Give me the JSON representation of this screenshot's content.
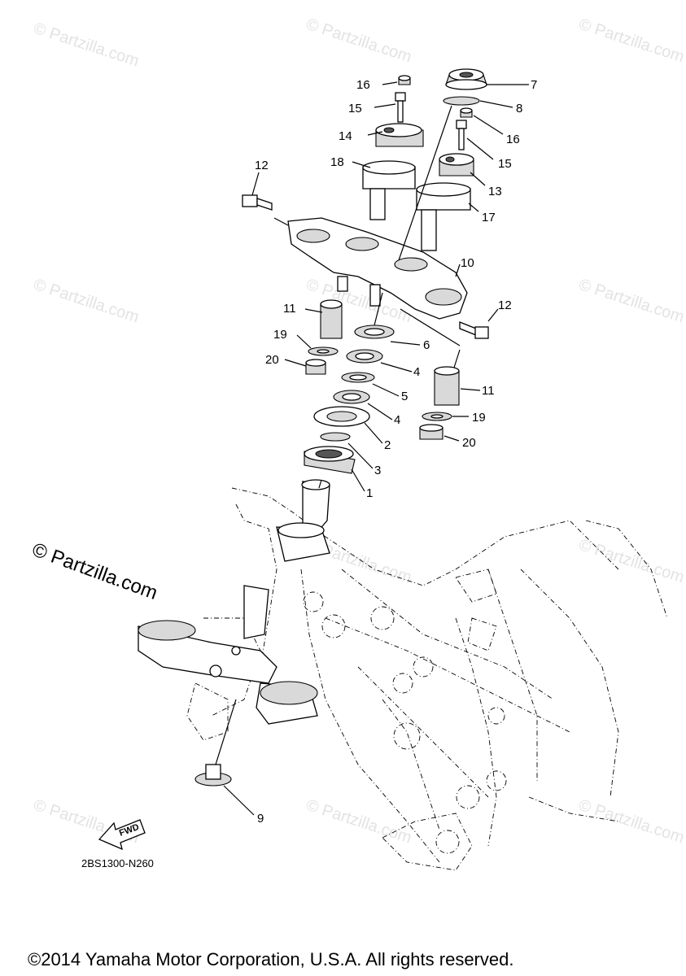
{
  "watermarks": {
    "small": "© Partzilla.com",
    "large": "© Partzilla.com"
  },
  "callouts": {
    "c1": "1",
    "c2": "2",
    "c3": "3",
    "c4a": "4",
    "c4b": "4",
    "c5": "5",
    "c6": "6",
    "c7": "7",
    "c8": "8",
    "c9": "9",
    "c10": "10",
    "c11a": "11",
    "c11b": "11",
    "c12a": "12",
    "c12b": "12",
    "c13": "13",
    "c14": "14",
    "c15a": "15",
    "c15b": "15",
    "c16a": "16",
    "c16b": "16",
    "c17": "17",
    "c18": "18",
    "c19a": "19",
    "c19b": "19",
    "c20a": "20",
    "c20b": "20"
  },
  "fwd_label": "FWD",
  "diagram_code": "2BS1300-N260",
  "copyright": "©2014 Yamaha Motor Corporation, U.S.A. All rights reserved."
}
